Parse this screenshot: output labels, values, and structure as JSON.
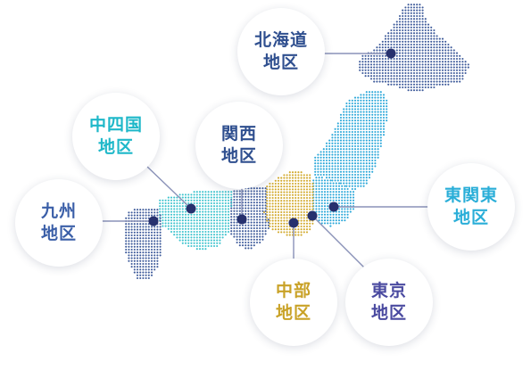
{
  "regions": [
    {
      "id": "hokkaido",
      "lines": [
        "北海道",
        "地区"
      ],
      "color": "#2f4f8f"
    },
    {
      "id": "chushikoku",
      "lines": [
        "中四国",
        "地区"
      ],
      "color": "#1fb8c9"
    },
    {
      "id": "kansai",
      "lines": [
        "関西",
        "地区"
      ],
      "color": "#2f4f8f"
    },
    {
      "id": "kyushu",
      "lines": [
        "九州",
        "地区"
      ],
      "color": "#3b5fa8"
    },
    {
      "id": "higashikanto",
      "lines": [
        "東関東",
        "地区"
      ],
      "color": "#2aaed8"
    },
    {
      "id": "chubu",
      "lines": [
        "中部",
        "地区"
      ],
      "color": "#c9a227"
    },
    {
      "id": "tokyo",
      "lines": [
        "東京",
        "地区"
      ],
      "color": "#4a4aa0"
    }
  ],
  "colors": {
    "marker": "#27316e",
    "connector": "#8a92b8",
    "dot_hokkaido": "#3d5a9a",
    "dot_tohoku": "#2aa7d9",
    "dot_kanto": "#2aa7d9",
    "dot_chubu": "#d1a82a",
    "dot_kansai": "#3d5a9a",
    "dot_chushikoku": "#3dc3cd",
    "dot_kyushu": "#3d5a9a"
  }
}
